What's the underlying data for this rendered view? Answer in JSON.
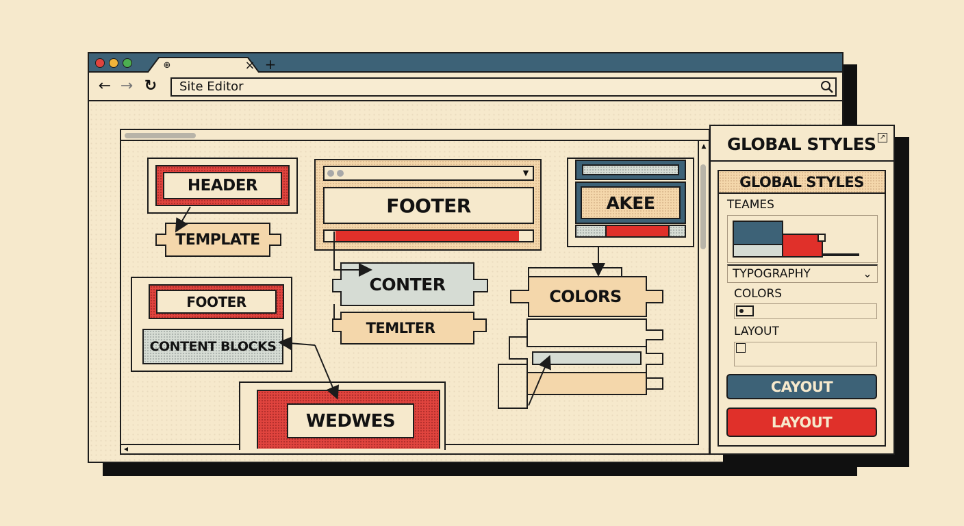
{
  "browser": {
    "address_text": "Site Editor",
    "new_tab_symbol": "+",
    "close_tab_symbol": "×",
    "traffic_colors": [
      "#e0443e",
      "#f0b43a",
      "#4caf50"
    ],
    "chrome_color": "#3d6277"
  },
  "canvas": {
    "header_block": "HEADER",
    "template_block": "TEMPLATE",
    "footer_left_block": "FOOTER",
    "content_blocks": "CONTENT BLOCKS",
    "wedwes_block": "WEDWES",
    "footer_center_block": "FOOTER",
    "conter_block": "CONTER",
    "temlter_block": "TEMLTER",
    "akee_block": "AKEE",
    "colors_block": "COLORS"
  },
  "panel": {
    "title": "GLOBAL STYLES",
    "subtitle": "GLOBAL STYLES",
    "themes_label": "TEAMES",
    "typography_label": "TYPOGRAPHY",
    "colors_label": "COLORS",
    "layout_label": "LAYOUT",
    "primary_button": "CAYOUT",
    "secondary_button": "LAYOUT",
    "primary_color": "#3d6277",
    "secondary_color": "#e0302a"
  }
}
